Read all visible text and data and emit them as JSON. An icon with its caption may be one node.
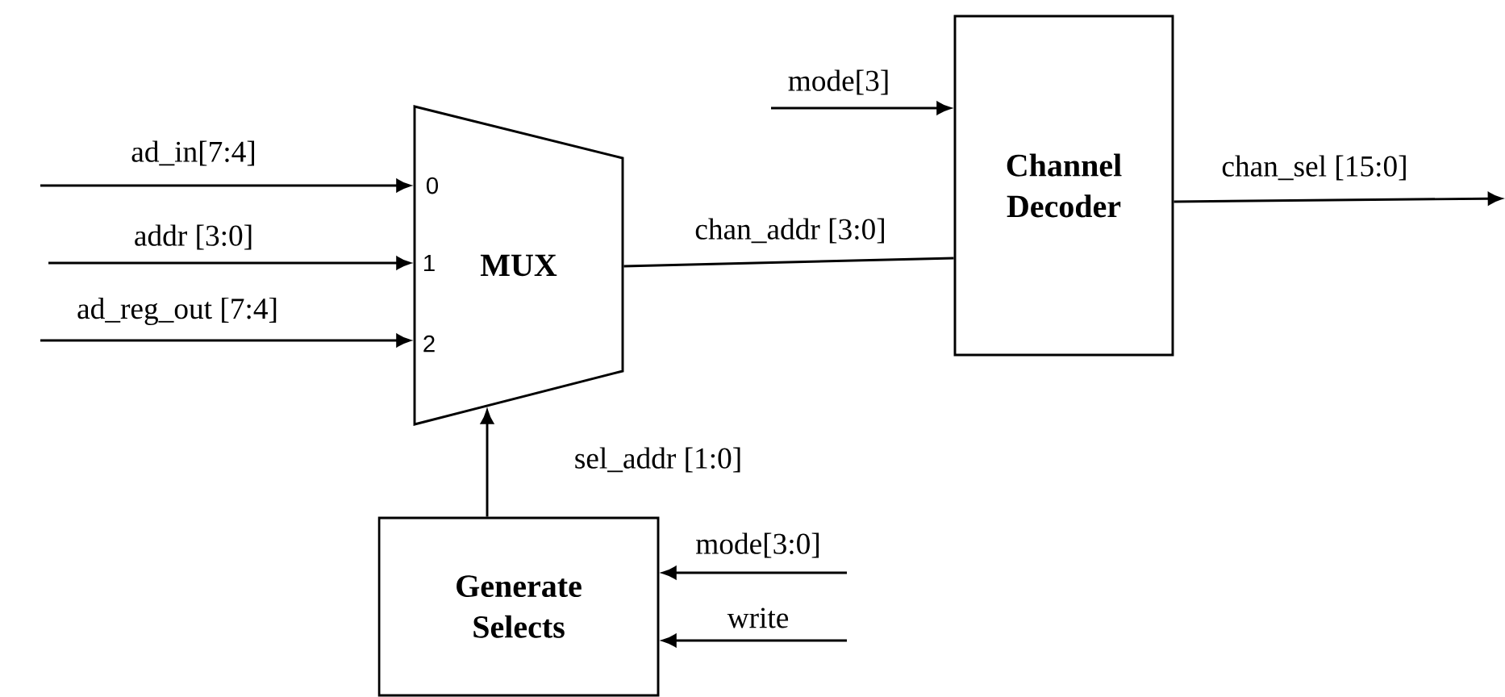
{
  "diagram": {
    "nodes": [
      {
        "text": [
          "MUX"
        ]
      },
      {
        "text": [
          "Channel Decoder"
        ]
      },
      {
        "text": [
          "Generate Selects"
        ]
      }
    ],
    "edges": [
      {
        "from": null,
        "to": 0,
        "arrow": "to",
        "label": "ad_in[7:4]"
      },
      {
        "from": null,
        "to": 0,
        "arrow": "to",
        "label": "addr [3:0]"
      },
      {
        "from": null,
        "to": 0,
        "arrow": "to",
        "label": "ad_reg_out [7:4]"
      },
      {
        "from": null,
        "to": 1,
        "arrow": "to",
        "label": "mode[3]"
      },
      {
        "from": 0,
        "to": 1,
        "arrow": "none",
        "label": "chan_addr [3:0]"
      },
      {
        "from": 1,
        "to": null,
        "arrow": "to",
        "label": "chan_sel [15:0]"
      },
      {
        "from": 2,
        "to": 0,
        "arrow": "to",
        "label": "sel_addr [1:0]"
      },
      {
        "from": null,
        "to": 2,
        "arrow": "to",
        "label": "mode[3:0]"
      },
      {
        "from": null,
        "to": 2,
        "arrow": "to",
        "label": "write"
      }
    ],
    "labels": [
      "0",
      "1",
      "2"
    ]
  }
}
